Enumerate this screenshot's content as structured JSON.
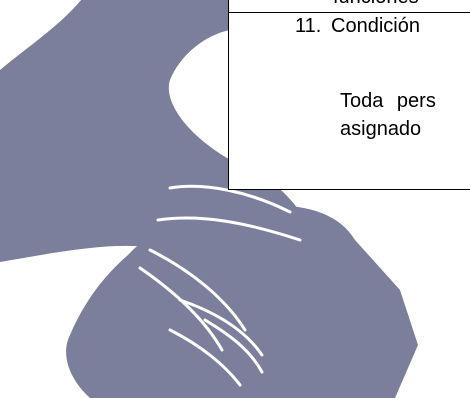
{
  "document": {
    "top_row_partial_text": "funciones",
    "clause": {
      "number": "11.",
      "heading": "Condición",
      "body_line_1": "Toda pers",
      "body_line_2": "asignado"
    }
  },
  "graphics": {
    "hand_color": "#7b7f9c",
    "hand_line_color": "#ffffff",
    "icon": "handshake-icon"
  }
}
